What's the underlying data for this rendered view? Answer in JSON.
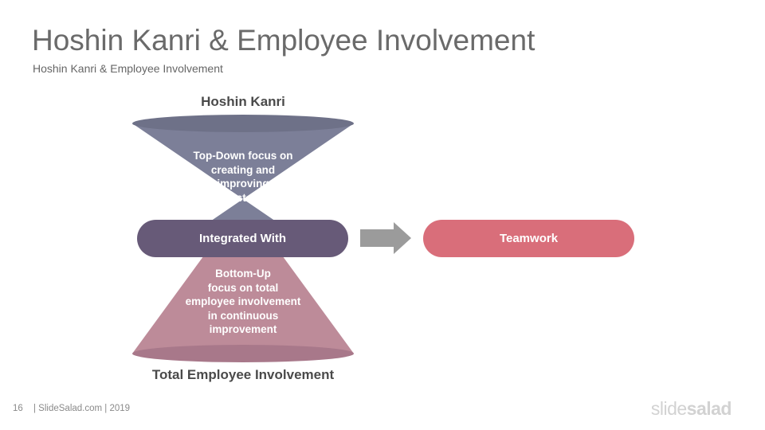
{
  "slide": {
    "title": "Hoshin Kanri & Employee Involvement",
    "subtitle": "Hoshin Kanri & Employee Involvement"
  },
  "diagram": {
    "top_cone": {
      "label": "Hoshin Kanri",
      "lines": [
        "Top-Down focus on",
        "creating and",
        "improving",
        "system"
      ],
      "color": "#7c7f98",
      "rim_color": "#6e7188"
    },
    "bottom_cone": {
      "label": "Total Employee Involvement",
      "lines": [
        "Bottom-Up",
        "focus on total",
        "employee involvement",
        "in continuous",
        "improvement"
      ],
      "color": "#bd8b99",
      "rim_color": "#a8788a"
    },
    "center_pill": {
      "label": "Integrated With",
      "color": "#675a78"
    },
    "arrow_color": "#9b9b9b",
    "result_pill": {
      "label": "Teamwork",
      "color": "#d96e7a"
    }
  },
  "footer": {
    "page_number": "16",
    "credit": "| SlideSalad.com | 2019"
  },
  "logo": {
    "part1": "slide",
    "part2": "salad"
  }
}
